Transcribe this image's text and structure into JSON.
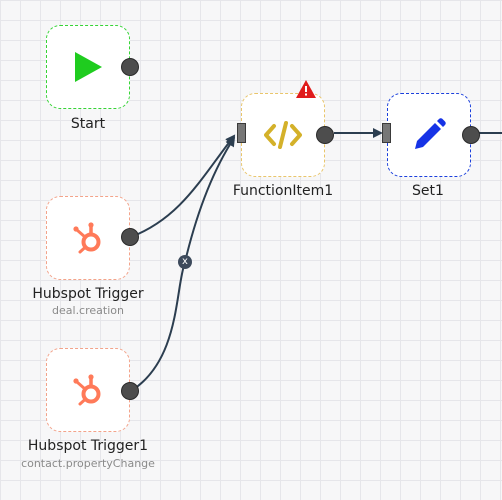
{
  "colors": {
    "start_border": "#35d435",
    "start_icon": "#1fcc1f",
    "hubspot_border": "#f3a38a",
    "hubspot_icon": "#ff7a59",
    "function_border": "#e9c56a",
    "function_icon": "#d4b12a",
    "set_border": "#1a3fdc",
    "set_icon": "#1633e6",
    "warning": "#e01b1b",
    "edge": "#2c3e50"
  },
  "nodes": {
    "start": {
      "label": "Start",
      "icon": "play-icon"
    },
    "hubspot_trigger": {
      "label": "Hubspot Trigger",
      "subtitle": "deal.creation",
      "icon": "hubspot-icon"
    },
    "hubspot_trigger1": {
      "label": "Hubspot Trigger1",
      "subtitle": "contact.propertyChange",
      "icon": "hubspot-icon"
    },
    "function_item1": {
      "label": "FunctionItem1",
      "icon": "code-icon",
      "warning": "warning-icon"
    },
    "set1": {
      "label": "Set1",
      "icon": "pencil-icon"
    }
  },
  "connection_delete_glyph": "x"
}
